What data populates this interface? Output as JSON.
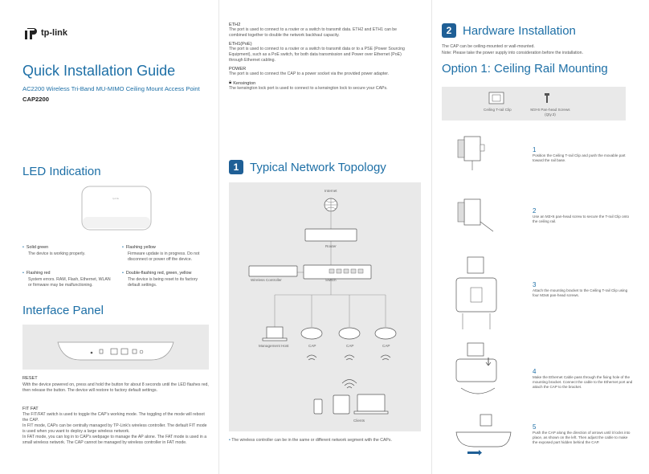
{
  "brand": {
    "name": "tp-link"
  },
  "col1": {
    "title": "Quick Installation Guide",
    "subtitle": "AC2200 Wireless Tri-Band MU-MIMO Ceiling Mount Access Point",
    "model": "CAP2200",
    "led_title": "LED  Indication",
    "led_items": [
      {
        "label": "Solid green",
        "desc": "The device is working properly."
      },
      {
        "label": "Flashing yellow",
        "desc": "Firmware update is in progress. Do not disconnect or power off the device."
      },
      {
        "label": "Flashing red",
        "desc": "System errors. RAM, Flash, Ethernet, WLAN or firmware may be malfunctioning."
      },
      {
        "label": "Double-flashing red, green, yellow",
        "desc": "The device is being reset to its factory default settings."
      }
    ],
    "interface_title": "Interface Panel",
    "reset_title": "RESET",
    "reset_text": "With the device powered on, press and hold the button for about 8 seconds until the LED flashes red, then release the button. The device will restore to factory default settings.",
    "fit_title": "FIT  FAT",
    "fit_text": "The FIT/FAT switch is used to toggle the CAP's working mode. The toggling of the mode will reboot the CAP.\nIn FIT mode, CAPs can be centrally managed by TP-Link's wireless controller. The default FIT mode is used when you want to deploy a large wireless network.\nIn FAT mode, you can log in to CAP's webpage to manage the AP alone. The FAT mode is used in a small wireless network. The CAP cannot be managed by wireless controller in FAT mode."
  },
  "col2": {
    "ports": [
      {
        "label": "ETH2",
        "text": "The port is used to connect to a router or a switch to transmit data. ETH2 and ETH1 can be combined together to double the network backhaul capacity."
      },
      {
        "label": "ETH1(PoE)",
        "text": "The port is used to connect to a router or a switch to transmit data or to a PSE (Power Sourcing Equipment), such as a PoE switch, for both data transmission and Power over Ethernet (PoE) through Ethernet cabling."
      },
      {
        "label": "POWER",
        "text": "The port is used to connect the CAP to a power socket via the provided power adapter."
      },
      {
        "label": "Kensington",
        "text": "The kensington lock port is used to connect to a kensington lock to secure your CAPs."
      }
    ],
    "topology_num": "1",
    "topology_title": "Typical Network Topology",
    "topology_labels": {
      "internet": "Internet",
      "router": "Router",
      "wireless_controller": "Wireless Controller",
      "switch": "Switch",
      "management_host": "Management Host",
      "cap1": "CAP",
      "cap2": "CAP",
      "cap3": "CAP",
      "clients": "Clients"
    },
    "topology_note": "The wireless controller can be in the same or different network segment with the CAPs."
  },
  "col3": {
    "hw_num": "2",
    "hw_title": "Hardware Installation",
    "hw_text1": "The CAP can be ceiling-mounted or wall-mounted.",
    "hw_text2": "Note: Please take the power supply into consideration before the installation.",
    "option_title": "Option 1: Ceiling Rail Mounting",
    "parts": [
      {
        "label": "Ceiling T-rail Clip"
      },
      {
        "label": "M3×6 Pan-head Screws (Qty.3)"
      }
    ],
    "steps": [
      {
        "num": "1",
        "text": "Position the Ceiling T-rail Clip and push the movable part toward the rail base."
      },
      {
        "num": "2",
        "text": "Use an M3×6 pan-head screw to secure the T-rail Clip onto the ceiling rail."
      },
      {
        "num": "3",
        "text": "Attach the mounting bracket to the Ceiling T-rail Clip using four M3x6 pan-head screws."
      },
      {
        "num": "4",
        "text": "Make the Ethernet Cable pass through the fixing hole of the mounting bracket. Connect the cable to the Ethernet port and attach the CAP to the bracket."
      },
      {
        "num": "5",
        "text": "Push the CAP along the direction of arrows until it locks into place, as shown on the left. Then adjust the cable to make the exposed part hidden behind the CAP."
      }
    ]
  }
}
